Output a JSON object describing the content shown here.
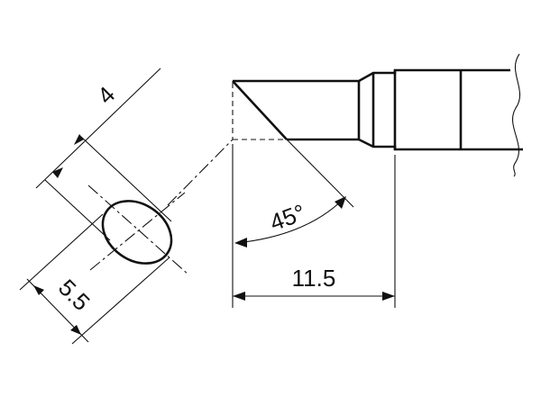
{
  "dimensions": {
    "width": "4",
    "height": "5.5",
    "angle": "45°",
    "length": "11.5"
  }
}
